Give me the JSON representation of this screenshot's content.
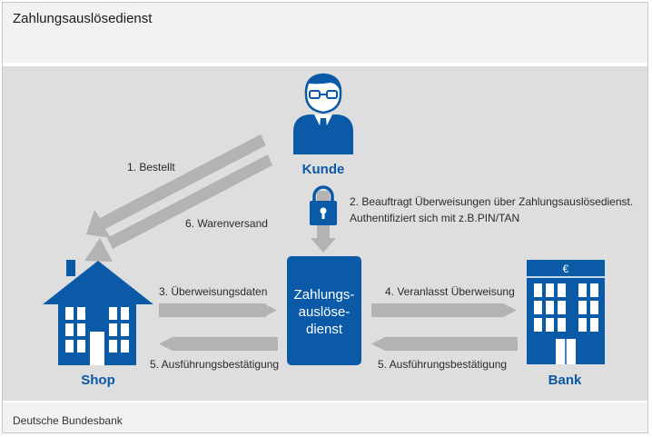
{
  "title": "Zahlungsauslösedienst",
  "source": "Deutsche Bundesbank",
  "colors": {
    "blue": "#0a5aa8",
    "arrow": "#b3b3b3",
    "background": "#dedede"
  },
  "actors": {
    "customer": "Kunde",
    "shop": "Shop",
    "bank": "Bank",
    "service_lines": [
      "Zahlungs-",
      "auslöse-",
      "dienst"
    ]
  },
  "bank_sign": "€",
  "steps": {
    "s1": "1. Bestellt",
    "s6": "6. Warenversand",
    "s2_line1": "2. Beauftragt Überweisungen über Zahlungsauslösedienst.",
    "s2_line2": "Authentifiziert sich mit z.B.PIN/TAN",
    "s3": "3. Überweisungsdaten",
    "s4": "4. Veranlasst Überweisung",
    "s5_left": "5. Ausführungsbestätigung",
    "s5_right": "5. Ausführungsbestätigung"
  },
  "icons": [
    "person-icon",
    "lock-icon",
    "house-icon",
    "bank-building-icon"
  ]
}
